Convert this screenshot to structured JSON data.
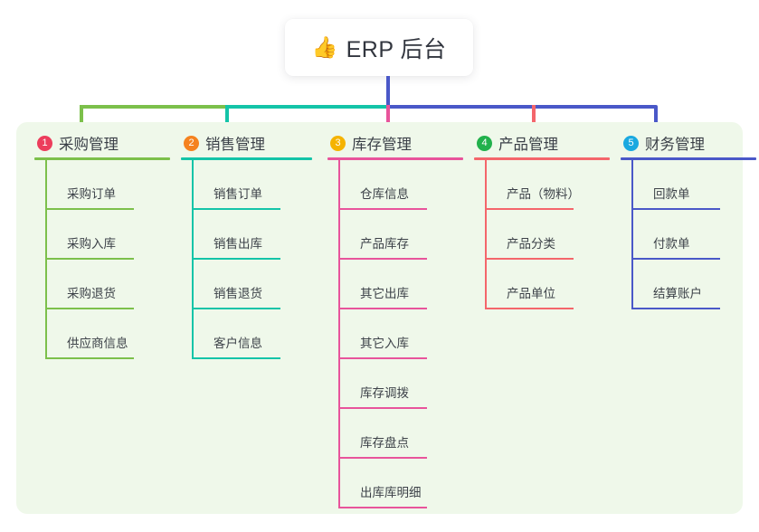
{
  "diagram": {
    "type": "mindmap-tree",
    "root": {
      "label": "ERP 后台",
      "emoji": "👍",
      "icon_name": "thumbs-up-icon"
    },
    "palette": {
      "canvas_background": "#ffffff",
      "panel_background": "#eff8ea",
      "root_box_background": "#ffffff",
      "root_connector": "#4a58c8",
      "branch_green": "#7cc04b",
      "branch_teal": "#14c4a8",
      "branch_pink": "#e8549b",
      "branch_red": "#f4666b",
      "branch_blue": "#4a58c8",
      "badge_1": "#ec3d5c",
      "badge_2": "#f5821f",
      "badge_3": "#f5b301",
      "badge_4": "#22b14c",
      "badge_5": "#1aa9e0",
      "title_text": "#3a3f47",
      "item_text": "#3d4249"
    },
    "columns": [
      {
        "number": "1",
        "title": "采购管理",
        "badge_color": "#ec3d5c",
        "line_color": "#7cc04b",
        "items": [
          "采购订单",
          "采购入库",
          "采购退货",
          "供应商信息"
        ]
      },
      {
        "number": "2",
        "title": "销售管理",
        "badge_color": "#f5821f",
        "line_color": "#14c4a8",
        "items": [
          "销售订单",
          "销售出库",
          "销售退货",
          "客户信息"
        ]
      },
      {
        "number": "3",
        "title": "库存管理",
        "badge_color": "#f5b301",
        "line_color": "#e8549b",
        "items": [
          "仓库信息",
          "产品库存",
          "其它出库",
          "其它入库",
          "库存调拨",
          "库存盘点",
          "出库库明细"
        ]
      },
      {
        "number": "4",
        "title": "产品管理",
        "badge_color": "#22b14c",
        "line_color": "#f4666b",
        "items": [
          "产品（物料）",
          "产品分类",
          "产品单位"
        ]
      },
      {
        "number": "5",
        "title": "财务管理",
        "badge_color": "#1aa9e0",
        "line_color": "#4a58c8",
        "items": [
          "回款单",
          "付款单",
          "结算账户"
        ]
      }
    ]
  }
}
